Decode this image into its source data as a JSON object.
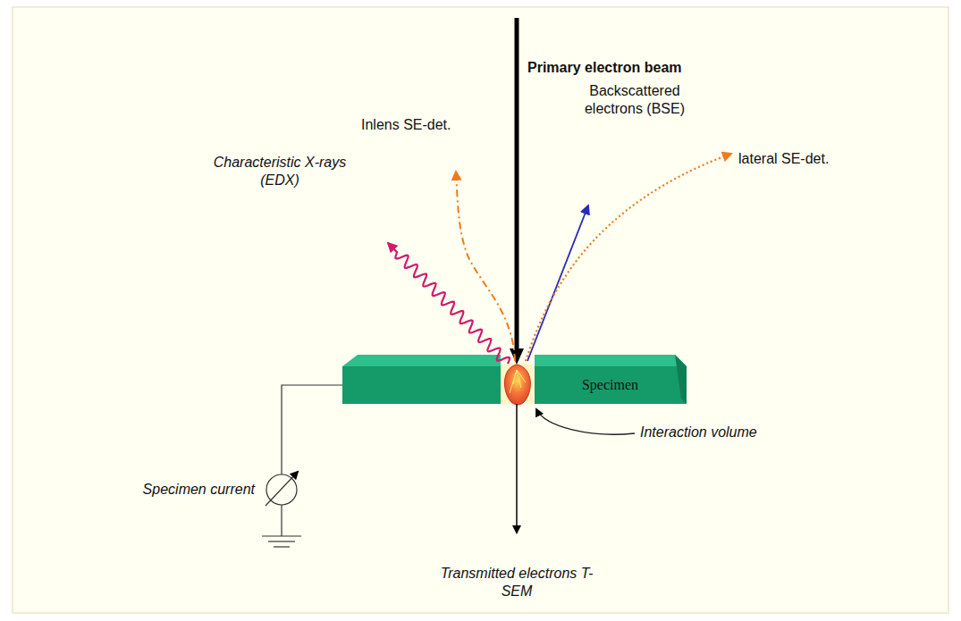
{
  "diagram": {
    "nodes": [
      {
        "text": [
          "Specimen"
        ]
      }
    ],
    "labels": [
      "Primary electron beam",
      "Inlens SE-det.",
      "Backscattered electrons (BSE)",
      "lateral SE-det.",
      "Characteristic X-rays (EDX)",
      "Interaction volume",
      "Specimen current",
      "Transmitted electrons T-SEM"
    ]
  }
}
